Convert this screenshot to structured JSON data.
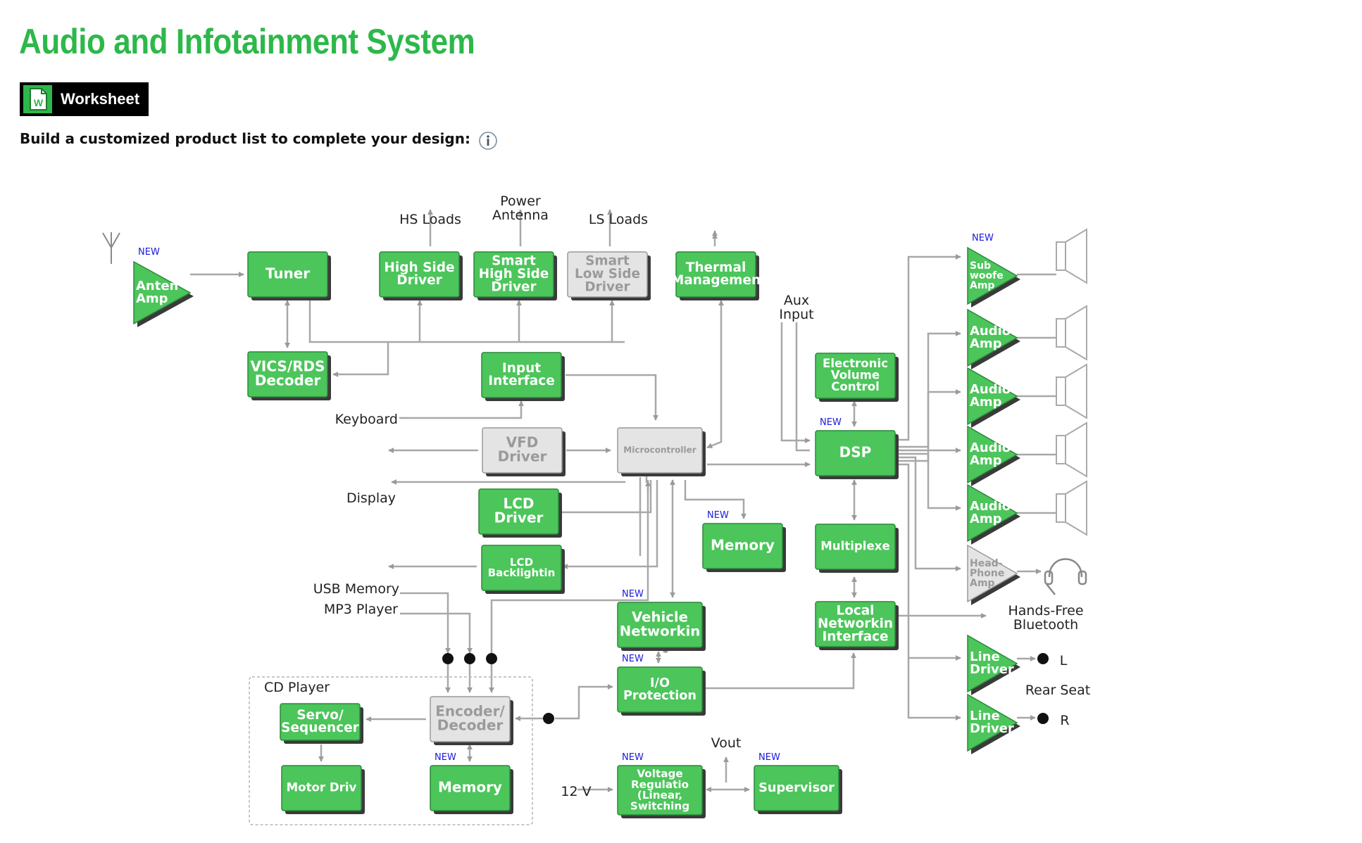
{
  "page": {
    "title": "Audio and Infotainment System",
    "worksheet_label": "Worksheet",
    "subtitle": "Build a customized product list to complete your design:"
  },
  "colors": {
    "brand_green": "#2db84a",
    "block_green": "#4cc55b",
    "block_gray": "#e4e4e4",
    "new_badge": "#1a1adf"
  },
  "icons": {
    "worksheet": "word-document-icon",
    "info": "info-icon",
    "antenna": "antenna-icon",
    "speaker": "speaker-icon",
    "headphones": "headphones-icon"
  },
  "new_badge": "NEW",
  "blocks": [
    {
      "id": "tuner",
      "lines": [
        "Tuner"
      ],
      "active": true,
      "isnew": false
    },
    {
      "id": "high-side-driver",
      "lines": [
        "High Side",
        "Driver"
      ],
      "active": true,
      "isnew": false
    },
    {
      "id": "smart-high-side-driver",
      "lines": [
        "Smart",
        "High Side",
        "Driver"
      ],
      "active": true,
      "isnew": false
    },
    {
      "id": "smart-low-side-driver",
      "lines": [
        "Smart",
        "Low Side",
        "Driver"
      ],
      "active": false,
      "isnew": false
    },
    {
      "id": "thermal-management",
      "lines": [
        "Thermal",
        "Managemen"
      ],
      "active": true,
      "isnew": false
    },
    {
      "id": "vics-rds-decoder",
      "lines": [
        "VICS/RDS",
        "Decoder"
      ],
      "active": true,
      "isnew": false
    },
    {
      "id": "input-interface",
      "lines": [
        "Input",
        "Interface"
      ],
      "active": true,
      "isnew": false
    },
    {
      "id": "vfd-driver",
      "lines": [
        "VFD",
        "Driver"
      ],
      "active": false,
      "isnew": false
    },
    {
      "id": "microcontroller",
      "lines": [
        "Microcontroller"
      ],
      "active": false,
      "isnew": false
    },
    {
      "id": "lcd-driver",
      "lines": [
        "LCD",
        "Driver"
      ],
      "active": true,
      "isnew": false
    },
    {
      "id": "lcd-backlighting",
      "lines": [
        "LCD",
        "Backlightin"
      ],
      "active": true,
      "isnew": false
    },
    {
      "id": "memory-main",
      "lines": [
        "Memory"
      ],
      "active": true,
      "isnew": true
    },
    {
      "id": "vehicle-networking",
      "lines": [
        "Vehicle",
        "Networkin"
      ],
      "active": true,
      "isnew": true
    },
    {
      "id": "io-protection",
      "lines": [
        "I/O",
        "Protection"
      ],
      "active": true,
      "isnew": true
    },
    {
      "id": "encoder-decoder",
      "lines": [
        "Encoder/",
        "Decoder"
      ],
      "active": false,
      "isnew": false
    },
    {
      "id": "servo-sequencer",
      "lines": [
        "Servo/",
        "Sequencer"
      ],
      "active": true,
      "isnew": false
    },
    {
      "id": "motor-driver",
      "lines": [
        "Motor Driv"
      ],
      "active": true,
      "isnew": false
    },
    {
      "id": "memory-cd",
      "lines": [
        "Memory"
      ],
      "active": true,
      "isnew": true
    },
    {
      "id": "voltage-regulation",
      "lines": [
        "Voltage",
        "Regulatio",
        "(Linear,",
        "Switching"
      ],
      "active": true,
      "isnew": true
    },
    {
      "id": "supervisor",
      "lines": [
        "Supervisor"
      ],
      "active": true,
      "isnew": true
    },
    {
      "id": "electronic-volume-control",
      "lines": [
        "Electronic",
        "Volume",
        "Control"
      ],
      "active": true,
      "isnew": false
    },
    {
      "id": "dsp",
      "lines": [
        "DSP"
      ],
      "active": true,
      "isnew": true
    },
    {
      "id": "multiplexer",
      "lines": [
        "Multiplexe"
      ],
      "active": true,
      "isnew": false
    },
    {
      "id": "local-networking-interface",
      "lines": [
        "Local",
        "Networkin",
        "Interface"
      ],
      "active": true,
      "isnew": false
    }
  ],
  "amps": [
    {
      "id": "antenna-amp",
      "lines": [
        "Anten",
        "Amp"
      ],
      "active": true,
      "isnew": true
    },
    {
      "id": "subwoofer-amp",
      "lines": [
        "Sub",
        "woofe",
        "Amp"
      ],
      "active": true,
      "isnew": true
    },
    {
      "id": "audio-amp-1",
      "lines": [
        "Audio",
        "Amp"
      ],
      "active": true,
      "isnew": false
    },
    {
      "id": "audio-amp-2",
      "lines": [
        "Audio",
        "Amp"
      ],
      "active": true,
      "isnew": false
    },
    {
      "id": "audio-amp-3",
      "lines": [
        "Audio",
        "Amp"
      ],
      "active": true,
      "isnew": false
    },
    {
      "id": "audio-amp-4",
      "lines": [
        "Audio",
        "Amp"
      ],
      "active": true,
      "isnew": false
    },
    {
      "id": "headphone-amp",
      "lines": [
        "Head-",
        "Phone",
        "Amp"
      ],
      "active": false,
      "isnew": false
    },
    {
      "id": "line-driver-l",
      "lines": [
        "Line",
        "Driver"
      ],
      "active": true,
      "isnew": false
    },
    {
      "id": "line-driver-r",
      "lines": [
        "Line",
        "Driver"
      ],
      "active": true,
      "isnew": false
    }
  ],
  "labels": {
    "hs_loads": [
      "HS Loads"
    ],
    "power_antenna": [
      "Power",
      "Antenna"
    ],
    "ls_loads": [
      "LS Loads"
    ],
    "aux_input": [
      "Aux",
      "Input"
    ],
    "keyboard": [
      "Keyboard"
    ],
    "display": [
      "Display"
    ],
    "usb_memory": [
      "USB Memory"
    ],
    "mp3_player": [
      "MP3 Player"
    ],
    "cd_player": [
      "CD Player"
    ],
    "vout": [
      "Vout"
    ],
    "v12": [
      "12 V"
    ],
    "hands_free": [
      "Hands-Free",
      "Bluetooth"
    ],
    "rear_seat": [
      "Rear Seat"
    ],
    "left": [
      "L"
    ],
    "right": [
      "R"
    ]
  }
}
